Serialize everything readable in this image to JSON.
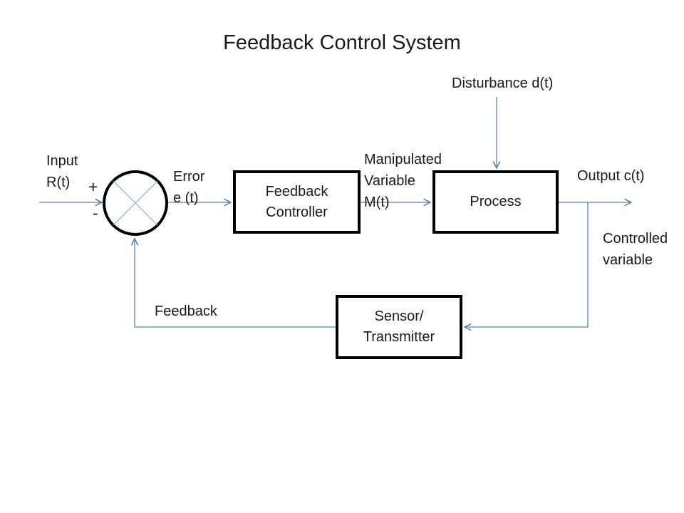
{
  "slide": {
    "title": "Feedback Control System"
  },
  "labels": {
    "input": "Input\nR(t)",
    "plus": "+",
    "minus": "-",
    "error": "Error\ne (t)",
    "manipulated": "Manipulated\nVariable\nM(t)",
    "disturbance": "Disturbance d(t)",
    "output": "Output c(t)",
    "controlled": "Controlled\nvariable",
    "feedback": "Feedback"
  },
  "blocks": {
    "controller": "Feedback\nController",
    "process": "Process",
    "sensor": "Sensor/\nTransmitter"
  },
  "colors": {
    "connector_line": "#5b84b1",
    "junction_cross": "#8fafd4",
    "block_border": "#000000",
    "text": "#1a1a1a",
    "background": "#ffffff"
  },
  "diagram": {
    "junction": "summing junction with + and - inputs",
    "connections": [
      {
        "from": "Input R(t)",
        "to": "summing-junction",
        "sign": "+"
      },
      {
        "from": "summing-junction",
        "to": "Feedback Controller",
        "label": "Error e (t)"
      },
      {
        "from": "Feedback Controller",
        "to": "Process",
        "label": "Manipulated Variable M(t)"
      },
      {
        "from": "Disturbance d(t)",
        "to": "Process"
      },
      {
        "from": "Process",
        "to": "Output c(t)",
        "label": "Controlled variable"
      },
      {
        "from": "Output branch",
        "to": "Sensor/Transmitter"
      },
      {
        "from": "Sensor/Transmitter",
        "to": "summing-junction",
        "sign": "-",
        "label": "Feedback"
      }
    ]
  }
}
